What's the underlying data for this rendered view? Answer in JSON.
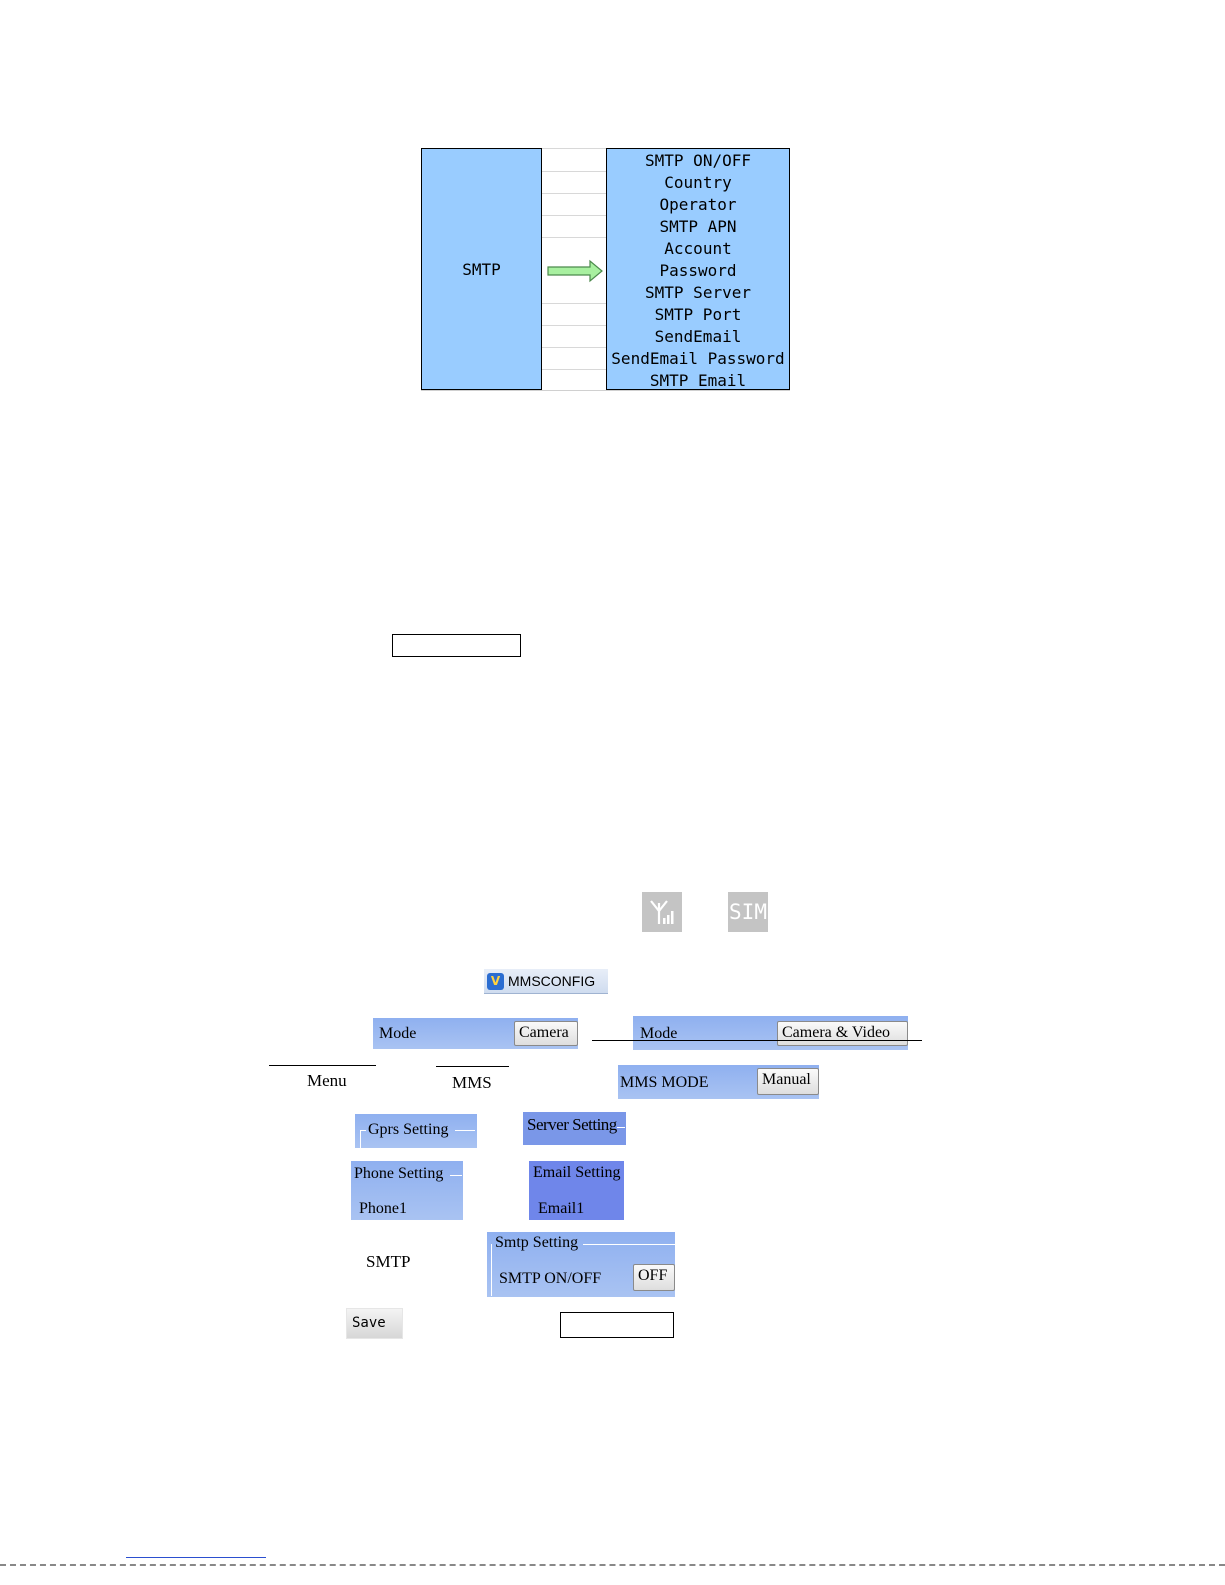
{
  "diagram": {
    "source_label": "SMTP",
    "items": [
      "SMTP ON/OFF",
      "Country",
      "Operator",
      "SMTP APN",
      "Account",
      "Password",
      "SMTP Server",
      "SMTP Port",
      "SendEmail",
      "SendEmail Password",
      "SMTP Email"
    ]
  },
  "status_icons": {
    "sim_label": "SIM"
  },
  "app_chip": {
    "label": "MMSCONFIG"
  },
  "mode_panels": {
    "mode_label": "Mode",
    "camera_value": "Camera",
    "camera_video_value": "Camera & Video"
  },
  "menu_labels": {
    "menu": "Menu",
    "mms": "MMS"
  },
  "mms_mode": {
    "label": "MMS MODE",
    "value": "Manual"
  },
  "gprs": {
    "title": "Gprs Setting"
  },
  "server": {
    "title": "Server Setting"
  },
  "phone": {
    "title": "Phone Setting",
    "item": "Phone1"
  },
  "email": {
    "title": "Email Setting",
    "item": "Email1"
  },
  "smtp": {
    "label": "SMTP",
    "title": "Smtp Setting",
    "toggle_label": "SMTP ON/OFF",
    "toggle_value": "OFF"
  },
  "save": {
    "label": "Save"
  }
}
